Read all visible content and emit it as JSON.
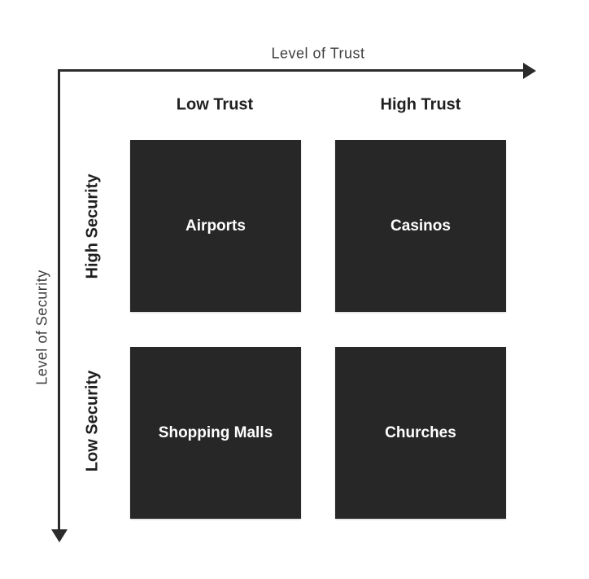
{
  "colors": {
    "background": "#ffffff",
    "axis": "#2b2b2b",
    "box_fill": "#272727",
    "box_text": "#ffffff",
    "header_text": "#1f1f1f",
    "axis_label_text": "#3f3f3f"
  },
  "axes": {
    "x_label": "Level of Trust",
    "y_label": "Level of Security"
  },
  "matrix": {
    "col_headers": [
      "Low Trust",
      "High Trust"
    ],
    "row_headers": [
      "High Security",
      "Low Security"
    ],
    "cells": [
      [
        "Airports",
        "Casinos"
      ],
      [
        "Shopping Malls",
        "Churches"
      ]
    ]
  }
}
